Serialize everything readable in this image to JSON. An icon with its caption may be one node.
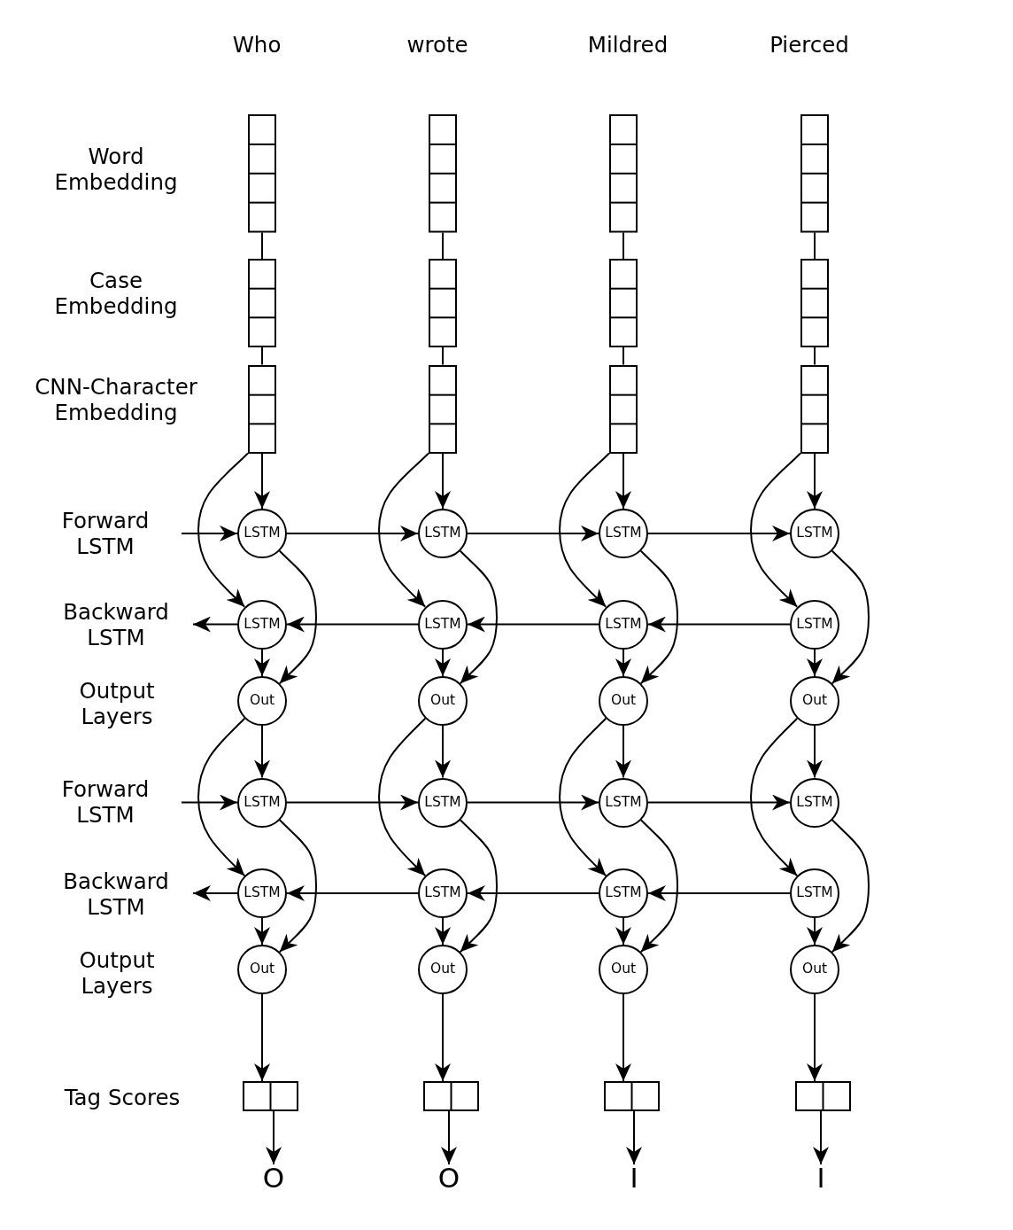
{
  "diagram": {
    "nodes": [
      {
        "text": [],
        "shape": "box"
      },
      {
        "text": [],
        "shape": "box"
      },
      {
        "text": [],
        "shape": "box"
      },
      {
        "text": [],
        "shape": "box"
      },
      {
        "text": [],
        "shape": "box"
      },
      {
        "text": [],
        "shape": "box"
      },
      {
        "text": [],
        "shape": "box"
      },
      {
        "text": [],
        "shape": "box"
      },
      {
        "text": [],
        "shape": "box"
      },
      {
        "text": [],
        "shape": "box"
      },
      {
        "text": [],
        "shape": "box"
      },
      {
        "text": [],
        "shape": "box"
      },
      {
        "text": [
          "LSTM"
        ]
      },
      {
        "text": [
          "LSTM"
        ]
      },
      {
        "text": [
          "LSTM"
        ]
      },
      {
        "text": [
          "LSTM"
        ]
      },
      {
        "text": [
          "LSTM"
        ]
      },
      {
        "text": [
          "LSTM"
        ]
      },
      {
        "text": [
          "LSTM"
        ]
      },
      {
        "text": [
          "LSTM"
        ]
      },
      {
        "text": [
          "Out"
        ]
      },
      {
        "text": [
          "Out"
        ]
      },
      {
        "text": [
          "Out"
        ]
      },
      {
        "text": [
          "Out"
        ]
      },
      {
        "text": [
          "LSTM"
        ]
      },
      {
        "text": [
          "LSTM"
        ]
      },
      {
        "text": [
          "LSTM"
        ]
      },
      {
        "text": [
          "LSTM"
        ]
      },
      {
        "text": [
          "LSTM"
        ]
      },
      {
        "text": [
          "LSTM"
        ]
      },
      {
        "text": [
          "LSTM"
        ]
      },
      {
        "text": [
          "LSTM"
        ]
      },
      {
        "text": [
          "Out"
        ]
      },
      {
        "text": [
          "Out"
        ]
      },
      {
        "text": [
          "Out"
        ]
      },
      {
        "text": [
          "Out"
        ]
      },
      {
        "text": [],
        "shape": "box"
      },
      {
        "text": [],
        "shape": "box"
      },
      {
        "text": [],
        "shape": "box"
      },
      {
        "text": [],
        "shape": "box"
      },
      {
        "text": [
          "O"
        ]
      },
      {
        "text": [
          "O"
        ]
      },
      {
        "text": [
          "I"
        ]
      },
      {
        "text": [
          "I"
        ]
      }
    ],
    "edges": [
      {
        "from": 0,
        "to": 4,
        "arrow": "none"
      },
      {
        "from": 4,
        "to": 8,
        "arrow": "none"
      },
      {
        "from": 8,
        "to": 12,
        "arrow": "to"
      },
      {
        "from": 8,
        "to": 16,
        "arrow": "to"
      },
      {
        "from": 12,
        "to": 20,
        "arrow": "to"
      },
      {
        "from": 16,
        "to": 20,
        "arrow": "to"
      },
      {
        "from": 20,
        "to": 24,
        "arrow": "to"
      },
      {
        "from": 20,
        "to": 28,
        "arrow": "to"
      },
      {
        "from": 24,
        "to": 32,
        "arrow": "to"
      },
      {
        "from": 28,
        "to": 32,
        "arrow": "to"
      },
      {
        "from": 32,
        "to": 36,
        "arrow": "to"
      },
      {
        "from": 36,
        "to": 40,
        "arrow": "to"
      },
      {
        "from": 1,
        "to": 5,
        "arrow": "none"
      },
      {
        "from": 5,
        "to": 9,
        "arrow": "none"
      },
      {
        "from": 9,
        "to": 13,
        "arrow": "to"
      },
      {
        "from": 9,
        "to": 17,
        "arrow": "to"
      },
      {
        "from": 13,
        "to": 21,
        "arrow": "to"
      },
      {
        "from": 17,
        "to": 21,
        "arrow": "to"
      },
      {
        "from": 21,
        "to": 25,
        "arrow": "to"
      },
      {
        "from": 21,
        "to": 29,
        "arrow": "to"
      },
      {
        "from": 25,
        "to": 33,
        "arrow": "to"
      },
      {
        "from": 29,
        "to": 33,
        "arrow": "to"
      },
      {
        "from": 33,
        "to": 37,
        "arrow": "to"
      },
      {
        "from": 37,
        "to": 41,
        "arrow": "to"
      },
      {
        "from": 2,
        "to": 6,
        "arrow": "none"
      },
      {
        "from": 6,
        "to": 10,
        "arrow": "none"
      },
      {
        "from": 10,
        "to": 14,
        "arrow": "to"
      },
      {
        "from": 10,
        "to": 18,
        "arrow": "to"
      },
      {
        "from": 14,
        "to": 22,
        "arrow": "to"
      },
      {
        "from": 18,
        "to": 22,
        "arrow": "to"
      },
      {
        "from": 22,
        "to": 26,
        "arrow": "to"
      },
      {
        "from": 22,
        "to": 30,
        "arrow": "to"
      },
      {
        "from": 26,
        "to": 34,
        "arrow": "to"
      },
      {
        "from": 30,
        "to": 34,
        "arrow": "to"
      },
      {
        "from": 34,
        "to": 38,
        "arrow": "to"
      },
      {
        "from": 38,
        "to": 42,
        "arrow": "to"
      },
      {
        "from": 3,
        "to": 7,
        "arrow": "none"
      },
      {
        "from": 7,
        "to": 11,
        "arrow": "none"
      },
      {
        "from": 11,
        "to": 15,
        "arrow": "to"
      },
      {
        "from": 11,
        "to": 19,
        "arrow": "to"
      },
      {
        "from": 15,
        "to": 23,
        "arrow": "to"
      },
      {
        "from": 19,
        "to": 23,
        "arrow": "to"
      },
      {
        "from": 23,
        "to": 27,
        "arrow": "to"
      },
      {
        "from": 23,
        "to": 31,
        "arrow": "to"
      },
      {
        "from": 27,
        "to": 35,
        "arrow": "to"
      },
      {
        "from": 31,
        "to": 35,
        "arrow": "to"
      },
      {
        "from": 35,
        "to": 39,
        "arrow": "to"
      },
      {
        "from": 39,
        "to": 43,
        "arrow": "to"
      },
      {
        "from": null,
        "to": 12,
        "arrow": "to"
      },
      {
        "from": 12,
        "to": 13,
        "arrow": "to"
      },
      {
        "from": 13,
        "to": 14,
        "arrow": "to"
      },
      {
        "from": 14,
        "to": 15,
        "arrow": "to"
      },
      {
        "from": 19,
        "to": 18,
        "arrow": "to"
      },
      {
        "from": 18,
        "to": 17,
        "arrow": "to"
      },
      {
        "from": 17,
        "to": 16,
        "arrow": "to"
      },
      {
        "from": 16,
        "to": null,
        "arrow": "to"
      },
      {
        "from": null,
        "to": 24,
        "arrow": "to"
      },
      {
        "from": 24,
        "to": 25,
        "arrow": "to"
      },
      {
        "from": 25,
        "to": 26,
        "arrow": "to"
      },
      {
        "from": 26,
        "to": 27,
        "arrow": "to"
      },
      {
        "from": 31,
        "to": 30,
        "arrow": "to"
      },
      {
        "from": 30,
        "to": 29,
        "arrow": "to"
      },
      {
        "from": 29,
        "to": 28,
        "arrow": "to"
      },
      {
        "from": 28,
        "to": null,
        "arrow": "to"
      }
    ],
    "labels": [
      "Who",
      "wrote",
      "Mildred",
      "Pierced",
      "Word Embedding",
      "Case Embedding",
      "CNN-Character Embedding",
      "Forward LSTM",
      "Backward LSTM",
      "Output Layers",
      "Forward LSTM",
      "Backward LSTM",
      "Output Layers",
      "Tag Scores"
    ]
  }
}
